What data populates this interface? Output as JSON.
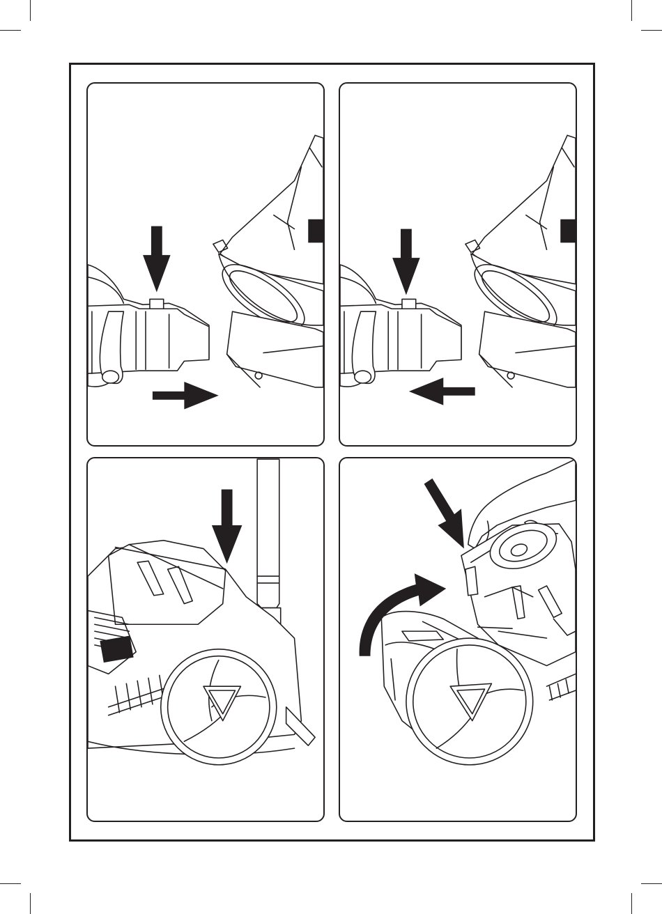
{
  "page": {
    "background": "#ffffff",
    "ink_color": "#231f20"
  },
  "panels": [
    {
      "id": 1,
      "illustration": "dust-container-insert",
      "arrows": [
        "arrow-down-icon",
        "arrow-right-icon"
      ]
    },
    {
      "id": 2,
      "illustration": "dust-container-remove",
      "arrows": [
        "arrow-down-icon",
        "arrow-left-icon"
      ]
    },
    {
      "id": 3,
      "illustration": "handle-press-down",
      "arrows": [
        "arrow-down-icon"
      ]
    },
    {
      "id": 4,
      "illustration": "lid-open",
      "arrows": [
        "arrow-diagonal-icon",
        "curved-arrow-icon"
      ]
    }
  ]
}
